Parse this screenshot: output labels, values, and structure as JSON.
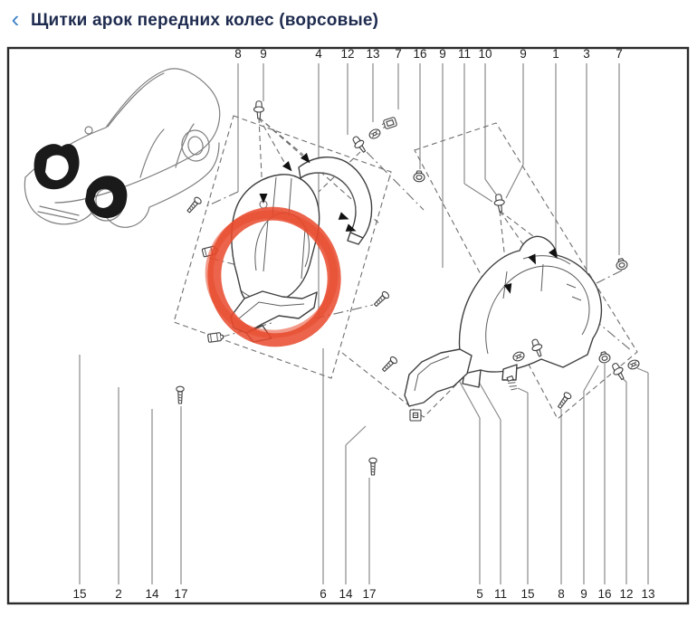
{
  "page": {
    "back_icon": "‹",
    "title": "Щитки арок передних колес (ворсовые)",
    "colors": {
      "title_color": "#1e2b4f",
      "back_color": "#3d82c8"
    }
  },
  "diagram": {
    "highlight_color": "#e8492b",
    "top_labels": [
      "8",
      "9",
      "4",
      "12",
      "13",
      "7",
      "16",
      "9",
      "11",
      "10",
      "9",
      "1",
      "3",
      "7"
    ],
    "bottom_labels": [
      "15",
      "2",
      "14",
      "17",
      "6",
      "14",
      "17",
      "5",
      "11",
      "15",
      "8",
      "9",
      "16",
      "12",
      "13"
    ]
  }
}
